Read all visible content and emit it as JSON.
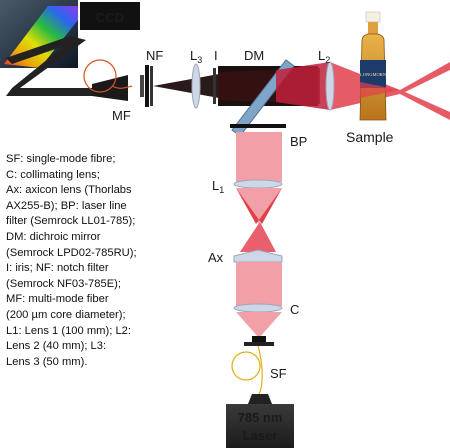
{
  "colors": {
    "beam": "#e0404b",
    "beam_light": "#f2a0a8",
    "beam_dark": "#b81e2c",
    "optic": "#cfd6e6",
    "dark_box": "#2a2a2a",
    "dm": "#7fa6c9"
  },
  "labels": {
    "ccd": "CCD",
    "nf": "NF",
    "l3_main": "L",
    "l3_sub": "3",
    "iris": "I",
    "dm": "DM",
    "l2_main": "L",
    "l2_sub": "2",
    "mf": "MF",
    "bp": "BP",
    "sample": "Sample",
    "l1_main": "L",
    "l1_sub": "1",
    "ax": "Ax",
    "c": "C",
    "sf": "SF",
    "laser_line1": "785 nm",
    "laser_line2": "Laser"
  },
  "bottle_label": "LONGMORN",
  "legend_lines": [
    "SF: single-mode fibre;",
    "C: collimating  lens;",
    "Ax: axicon lens (Thorlabs",
    "AX255-B);  BP: laser line",
    "filter (Semrock LL01-785);",
    "DM: dichroic mirror",
    "(Semrock LPD02-785RU);",
    "I: iris; NF: notch filter",
    "(Semrock NF03-785E);",
    "MF: multi-mode fiber",
    "(200 µm core diameter);",
    "L1: Lens 1 (100 mm); L2:",
    "Lens 2  (40 mm); L3:",
    "Lens 3 (50 mm)."
  ]
}
